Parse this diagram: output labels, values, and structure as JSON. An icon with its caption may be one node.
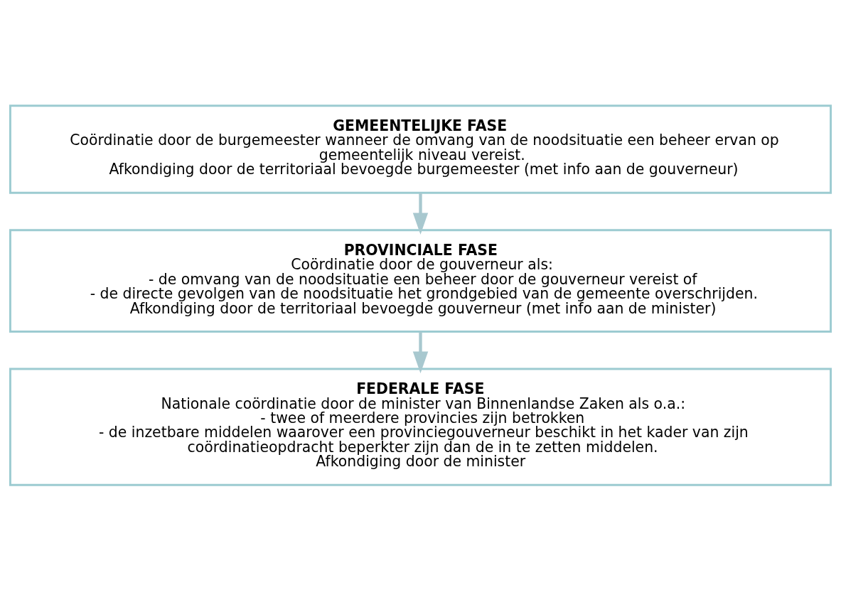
{
  "diagram": {
    "nodes": [
      {
        "text": [
          "GEMEENTELIJKE FASE",
          "Coördinatie door de burgemeester wanneer de omvang van de noodsituatie een beheer ervan op gemeentelijk niveau vereist.",
          "Afkondiging door de territoriaal bevoegde burgemeester (met info aan de gouverneur)"
        ]
      },
      {
        "text": [
          "PROVINCIALE FASE",
          "Coördinatie door de gouverneur als:",
          "- de omvang van de noodsituatie een beheer door de gouverneur vereist of",
          "- de directe gevolgen van de noodsituatie het grondgebied van de gemeente overschrijden.",
          "Afkondiging door de territoriaal bevoegde gouverneur (met info aan de minister)"
        ]
      },
      {
        "text": [
          "FEDERALE FASE",
          "Nationale coördinatie door de minister van Binnenlandse Zaken als o.a.:",
          "- twee of meerdere provincies zijn betrokken",
          "- de inzetbare middelen waarover een provinciegouverneur beschikt in het kader van zijn coördinatieopdracht beperkter zijn dan de in te zetten middelen.",
          "Afkondiging door de minister"
        ]
      }
    ],
    "edges": [
      {
        "from": 0,
        "to": 1,
        "arrow": "to"
      },
      {
        "from": 1,
        "to": 2,
        "arrow": "to"
      }
    ]
  }
}
